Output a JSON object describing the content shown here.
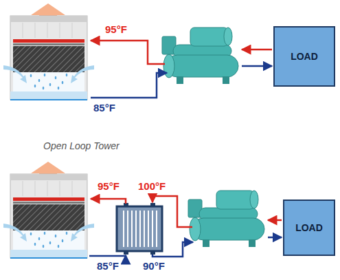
{
  "diagram": {
    "nodes": [
      {
        "text": [
          "LOAD"
        ]
      },
      {
        "text": [
          "LOAD"
        ]
      }
    ],
    "labels": [
      "95°F",
      "85°F",
      "Open Loop Tower",
      "95°F",
      "100°F",
      "85°F",
      "90°F"
    ]
  }
}
